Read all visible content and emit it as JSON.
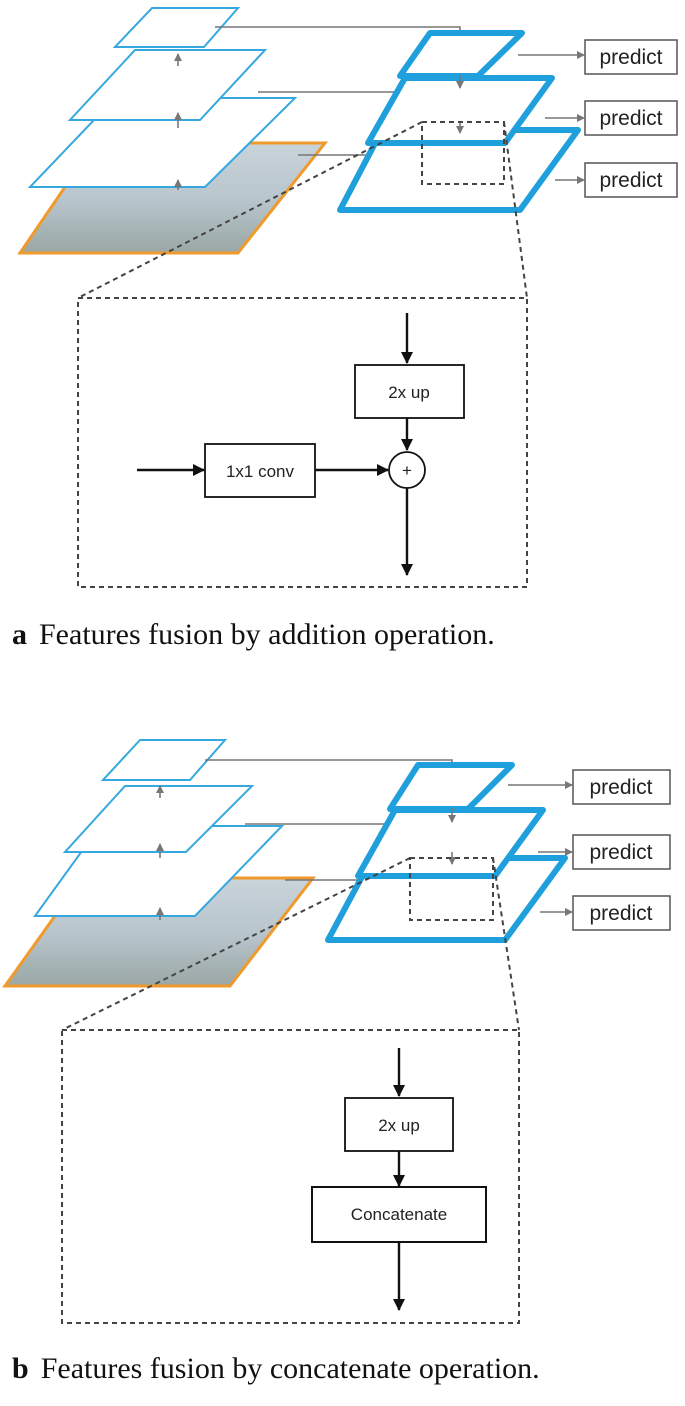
{
  "figure_a": {
    "predict_labels": [
      "predict",
      "predict",
      "predict"
    ],
    "op_up": "2x up",
    "op_conv": "1x1 conv",
    "op_plus": "+",
    "caption_letter": "a",
    "caption_text": "Features fusion by addition operation."
  },
  "figure_b": {
    "predict_labels": [
      "predict",
      "predict",
      "predict"
    ],
    "op_up": "2x up",
    "op_concat": "Concatenate",
    "caption_letter": "b",
    "caption_text": "Features fusion by concatenate operation."
  },
  "colors": {
    "pyramid_blue": "#35a8e0",
    "pyramid_blue_thick": "#1f9fdc",
    "image_orange": "#f09a2c"
  }
}
